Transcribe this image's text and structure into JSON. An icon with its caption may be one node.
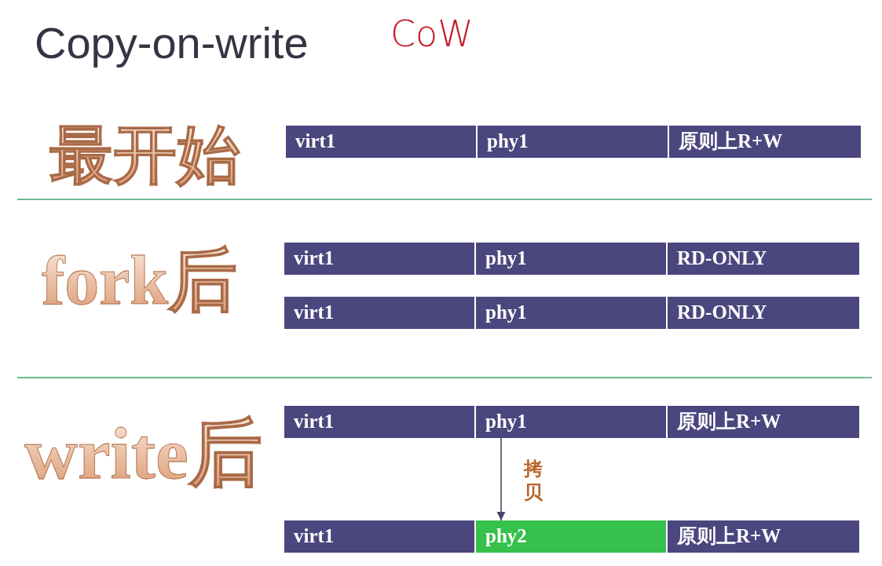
{
  "diagram": {
    "title": "Copy-on-write",
    "nodes": [
      {
        "text": [
          "virt1"
        ]
      },
      {
        "text": [
          "phy1"
        ]
      },
      {
        "text": [
          "原则上R+W"
        ]
      },
      {
        "text": [
          "virt1"
        ]
      },
      {
        "text": [
          "phy1"
        ]
      },
      {
        "text": [
          "RD-ONLY"
        ]
      },
      {
        "text": [
          "virt1"
        ]
      },
      {
        "text": [
          "phy1"
        ]
      },
      {
        "text": [
          "RD-ONLY"
        ]
      },
      {
        "text": [
          "virt1"
        ]
      },
      {
        "text": [
          "phy1"
        ]
      },
      {
        "text": [
          "原则上R+W"
        ]
      },
      {
        "text": [
          "virt1"
        ]
      },
      {
        "text": [
          "phy2"
        ]
      },
      {
        "text": [
          "原则上R+W"
        ]
      }
    ],
    "edges": [
      {
        "from": 10,
        "to": 13,
        "arrow": "to",
        "label": "拷贝"
      }
    ],
    "labels": [
      "CoW",
      "最开始",
      "fork后",
      "write后"
    ]
  }
}
